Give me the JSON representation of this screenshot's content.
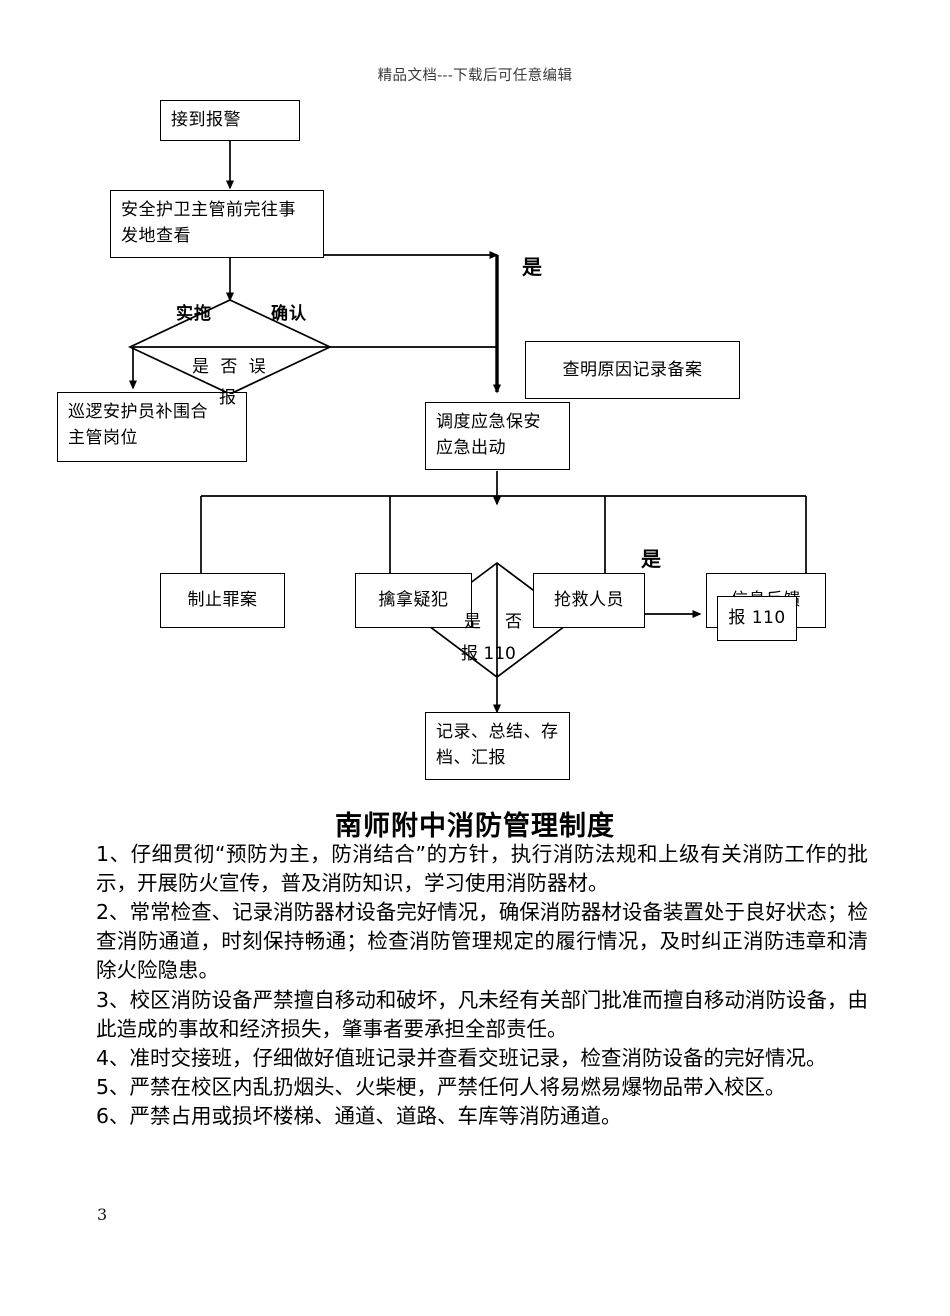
{
  "header": {
    "watermark": "精品文档---下载后可任意编辑"
  },
  "flowchart": {
    "nodes": {
      "receive_alarm": "接到报警",
      "supervisor_go": "安全护卫主管前完往事\n发地查看",
      "patrol_fill": "巡逻安护员补围合\n主管岗位",
      "investigate_record": "查明原因记录备案",
      "dispatch_emergency": "调度应急保安\n应急出动",
      "stop_crime": "制止罪案",
      "capture_suspect": "擒拿疑犯",
      "rescue_people": "抢救人员",
      "info_feedback": "信息反馈",
      "call_110_box": "报 110",
      "record_summary": "记录、总结、存\n档、汇报"
    },
    "decisions": {
      "false_alarm": {
        "line1": "是 否 误",
        "line2": "报"
      },
      "call_110": {
        "yes": "是",
        "no": "否",
        "line2": "报 110"
      }
    },
    "labels": {
      "implement": "实拖",
      "confirm": "确认",
      "yes_top": "是",
      "yes_bottom": "是"
    }
  },
  "section": {
    "title": "南师附中消防管理制度",
    "paragraphs": [
      "1、仔细贯彻“预防为主，防消结合”的方针，执行消防法规和上级有关消防工作的批示，开展防火宣传，普及消防知识，学习使用消防器材。",
      "2、常常检查、记录消防器材设备完好情况，确保消防器材设备装置处于良好状态；检查消防通道，时刻保持畅通；检查消防管理规定的履行情况，及时纠正消防违章和清除火险隐患。",
      "3、校区消防设备严禁擅自移动和破坏，凡未经有关部门批准而擅自移动消防设备，由此造成的事故和经济损失，肇事者要承担全部责任。",
      "4、准时交接班，仔细做好值班记录并查看交班记录，检查消防设备的完好情况。",
      "5、严禁在校区内乱扔烟头、火柴梗，严禁任何人将易燃易爆物品带入校区。",
      "6、严禁占用或损坏楼梯、通道、道路、车库等消防通道。"
    ]
  },
  "footer": {
    "page_number": "3"
  }
}
